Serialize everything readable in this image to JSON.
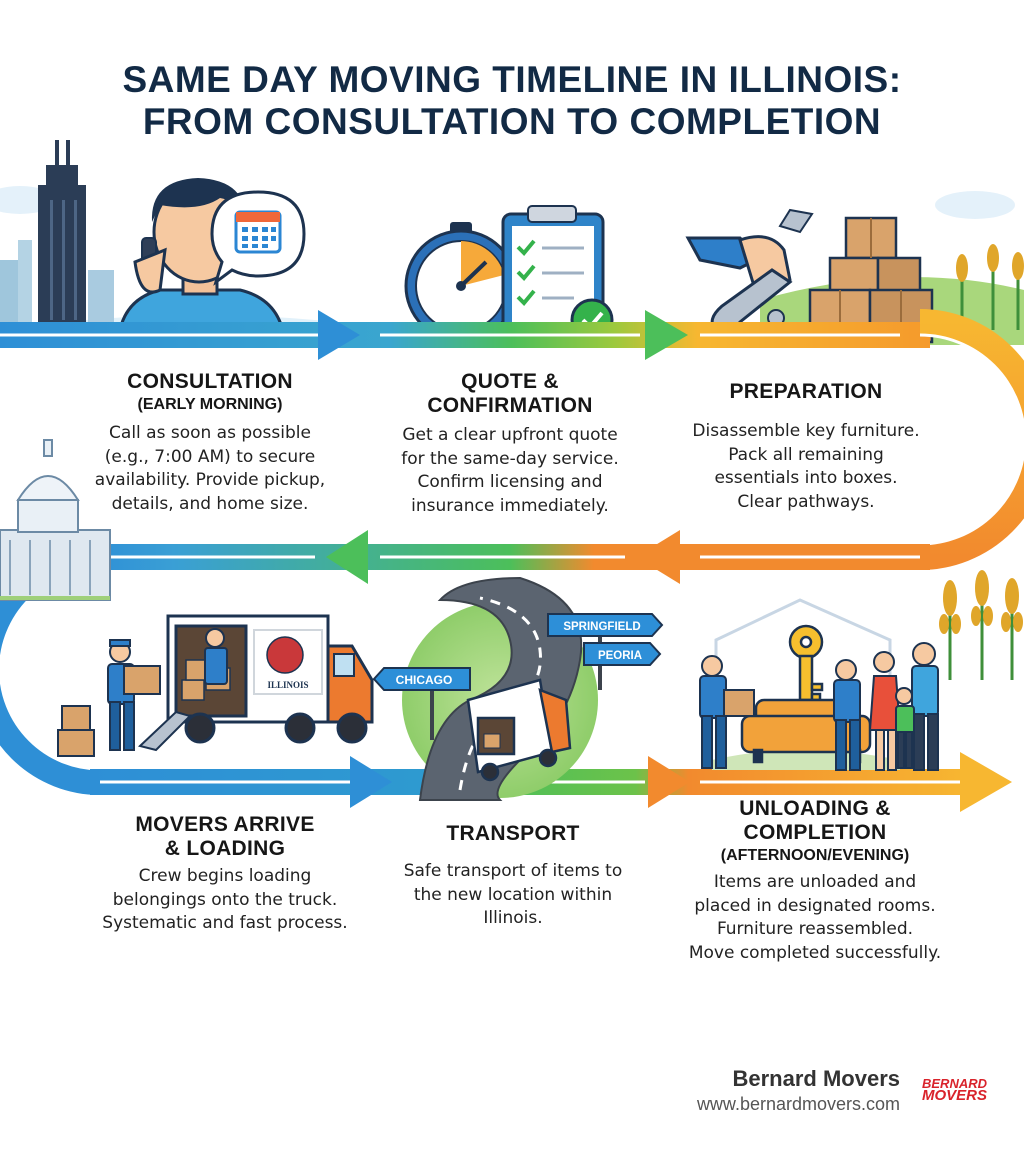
{
  "title": {
    "line1": "SAME DAY MOVING TIMELINE IN ILLINOIS:",
    "line2": "FROM CONSULTATION TO COMPLETION"
  },
  "steps": [
    {
      "heading": "CONSULTATION",
      "subheading": "(EARLY MORNING)",
      "lines": [
        "Call as soon as possible",
        "(e.g., 7:00 AM) to secure",
        "availability. Provide pickup,",
        "details, and home size."
      ]
    },
    {
      "heading_lines": [
        "QUOTE &",
        "CONFIRMATION"
      ],
      "lines": [
        "Get a clear upfront quote",
        "for the same-day service.",
        "Confirm licensing and",
        "insurance immediately."
      ]
    },
    {
      "heading": "PREPARATION",
      "lines": [
        "Disassemble key furniture.",
        "Pack all remaining",
        "essentials into boxes.",
        "Clear pathways."
      ]
    },
    {
      "heading_lines": [
        "MOVERS ARRIVE",
        "& LOADING"
      ],
      "lines": [
        "Crew begins loading",
        "belongings onto the truck.",
        "Systematic and fast process."
      ]
    },
    {
      "heading": "TRANSPORT",
      "lines": [
        "Safe transport of items to",
        "the new location within",
        "Illinois."
      ]
    },
    {
      "heading_lines": [
        "UNLOADING &",
        "COMPLETION"
      ],
      "subheading": "(AFTERNOON/EVENING)",
      "lines": [
        "Items are unloaded and",
        "placed in designated rooms.",
        "Furniture reassembled.",
        "Move completed successfully."
      ]
    }
  ],
  "signs": {
    "chicago": "CHICAGO",
    "springfield": "SPRINGFIELD",
    "peoria": "PEORIA"
  },
  "truck_label": "ILLINOIS",
  "brand": {
    "name": "Bernard Movers",
    "url": "www.bernardmovers.com",
    "logo_line1": "BERNARD",
    "logo_line2": "MOVERS"
  },
  "icons": [
    "skyline-icon",
    "person-phone-icon",
    "calendar-icon",
    "stopwatch-icon",
    "checklist-icon",
    "wrench-icon",
    "boxes-icon",
    "wheat-icon",
    "capitol-icon",
    "truck-icon",
    "road-icon",
    "key-icon",
    "family-icon",
    "sofa-icon"
  ],
  "colors": {
    "title": "#122a45",
    "arrow_blue": "#2e8fd6",
    "arrow_green": "#4cbf5a",
    "arrow_orange": "#f28a2e",
    "arrow_yellow": "#f7b731",
    "brand_red": "#d9232b"
  }
}
